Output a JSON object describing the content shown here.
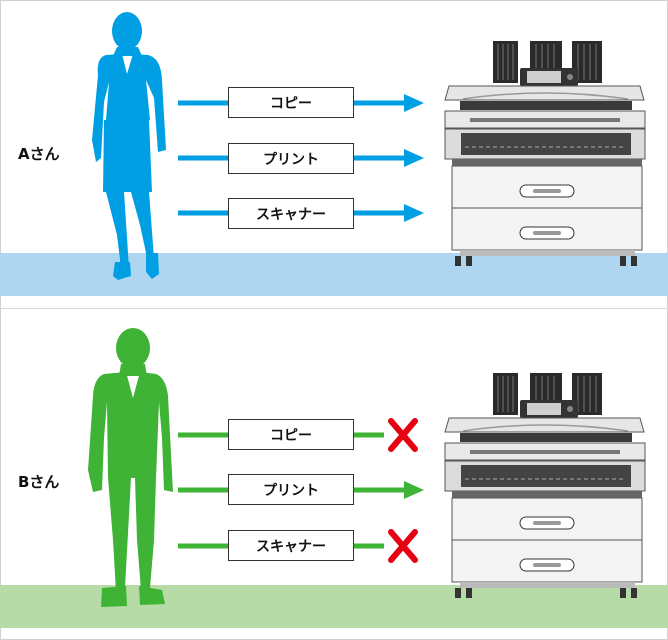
{
  "colors": {
    "person_a": "#009fe3",
    "person_b": "#3eb335",
    "deny": "#e60012",
    "floor_a": "#aed6f1",
    "floor_b": "#b7dba7"
  },
  "person_a": {
    "label": "Aさん",
    "functions": [
      {
        "label": "コピー",
        "allowed": true
      },
      {
        "label": "プリント",
        "allowed": true
      },
      {
        "label": "スキャナー",
        "allowed": true
      }
    ]
  },
  "person_b": {
    "label": "Bさん",
    "functions": [
      {
        "label": "コピー",
        "allowed": false
      },
      {
        "label": "プリント",
        "allowed": true
      },
      {
        "label": "スキャナー",
        "allowed": false
      }
    ]
  },
  "icons": [
    "woman-silhouette-icon",
    "man-silhouette-icon",
    "arrow-right-icon",
    "cross-icon",
    "printer-icon"
  ]
}
